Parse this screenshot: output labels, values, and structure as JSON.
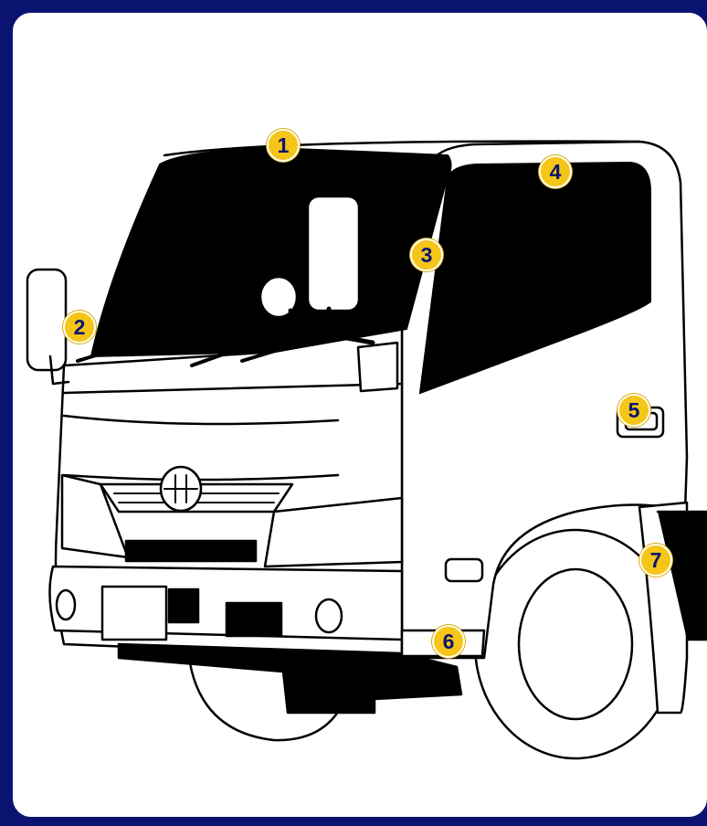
{
  "colors": {
    "frame": "#0a1470",
    "marker_fill": "#f5c518",
    "marker_text": "#0a1470",
    "line": "#000000",
    "paper": "#ffffff"
  },
  "markers": [
    {
      "label": "1"
    },
    {
      "label": "2"
    },
    {
      "label": "3"
    },
    {
      "label": "4"
    },
    {
      "label": "5"
    },
    {
      "label": "6"
    },
    {
      "label": "7"
    }
  ]
}
